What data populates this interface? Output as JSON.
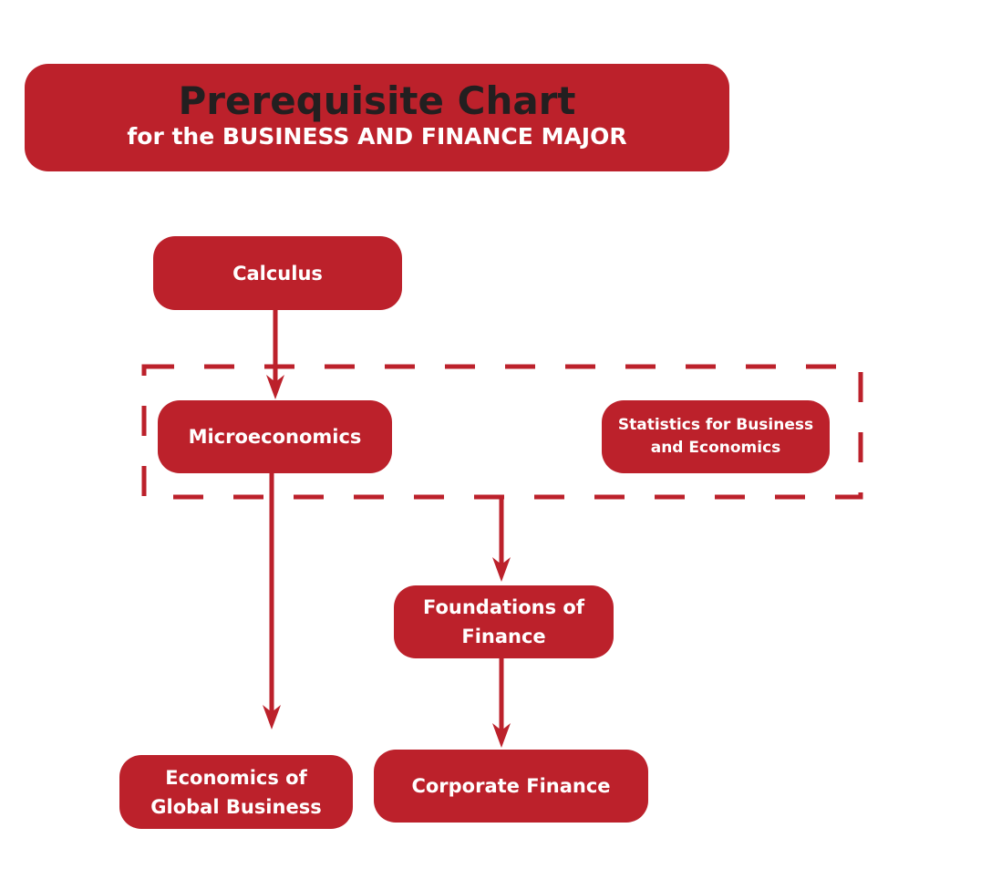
{
  "header": {
    "title": "Prerequisite Chart",
    "subtitle": "for the BUSINESS AND FINANCE MAJOR"
  },
  "nodes": {
    "calculus": "Calculus",
    "microeconomics": "Microeconomics",
    "statistics": "Statistics for Business and Economics",
    "foundations": "Foundations of Finance",
    "economics_global": "Economics of Global Business",
    "corporate": "Corporate Finance"
  },
  "colors": {
    "accent": "#bc212b",
    "title_text": "#231f20"
  }
}
